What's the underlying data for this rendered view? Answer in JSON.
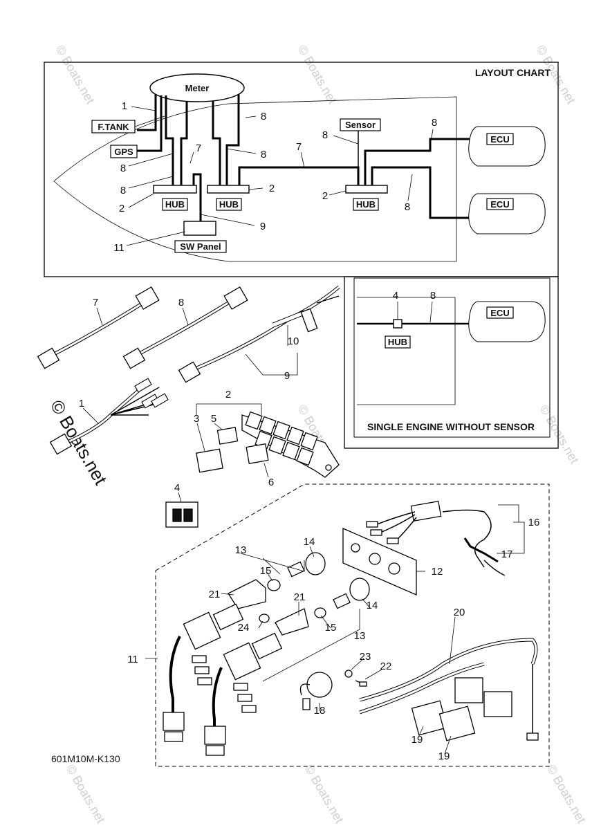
{
  "doc_code": "601M10M-K130",
  "watermark": "© Boats.net",
  "layout_chart": {
    "title": "LAYOUT CHART",
    "meter": "Meter",
    "ftank": "F.TANK",
    "gps": "GPS",
    "sensor": "Sensor",
    "hub": "HUB",
    "ecu": "ECU",
    "sw_panel": "SW Panel"
  },
  "single_engine": {
    "title": "SINGLE ENGINE WITHOUT SENSOR",
    "hub": "HUB",
    "ecu": "ECU"
  },
  "callouts": {
    "n1": "1",
    "n2": "2",
    "n3": "3",
    "n4": "4",
    "n5": "5",
    "n6": "6",
    "n7": "7",
    "n8": "8",
    "n9": "9",
    "n10": "10",
    "n11": "11",
    "n12": "12",
    "n13": "13",
    "n14": "14",
    "n15": "15",
    "n16": "16",
    "n17": "17",
    "n18": "18",
    "n19": "19",
    "n20": "20",
    "n21": "21",
    "n22": "22",
    "n23": "23",
    "n24": "24"
  }
}
